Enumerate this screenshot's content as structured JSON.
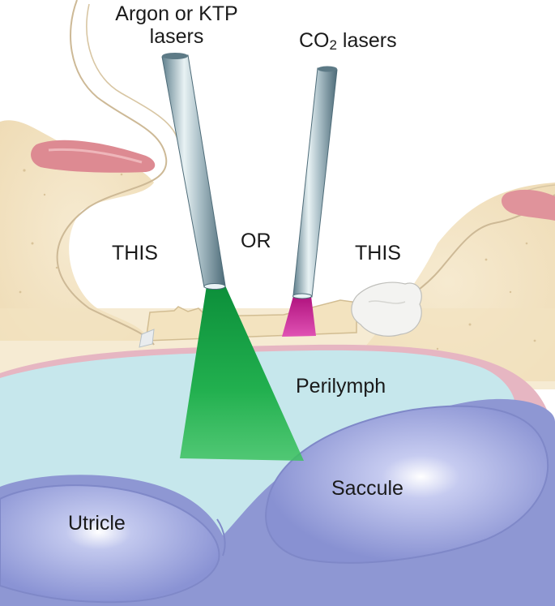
{
  "labels": {
    "argon_line1": "Argon or KTP",
    "argon_line2": "lasers",
    "co2_prefix": "CO",
    "co2_subscript": "2",
    "co2_suffix": " lasers",
    "this_left": "THIS",
    "or": "OR",
    "this_right": "THIS",
    "perilymph": "Perilymph",
    "saccule": "Saccule",
    "utricle": "Utricle"
  },
  "colors": {
    "bone": "#f3e4c4",
    "tissue_outline": "#d9c9a8",
    "perilymph": "#c7e8ec",
    "vestibule_blue": "#8e98d6",
    "membrane_pink": "#e9b8c4",
    "argon_beam": "#1aa84a",
    "co2_beam": "#d0289c",
    "fiber": "#7f9aa6"
  }
}
